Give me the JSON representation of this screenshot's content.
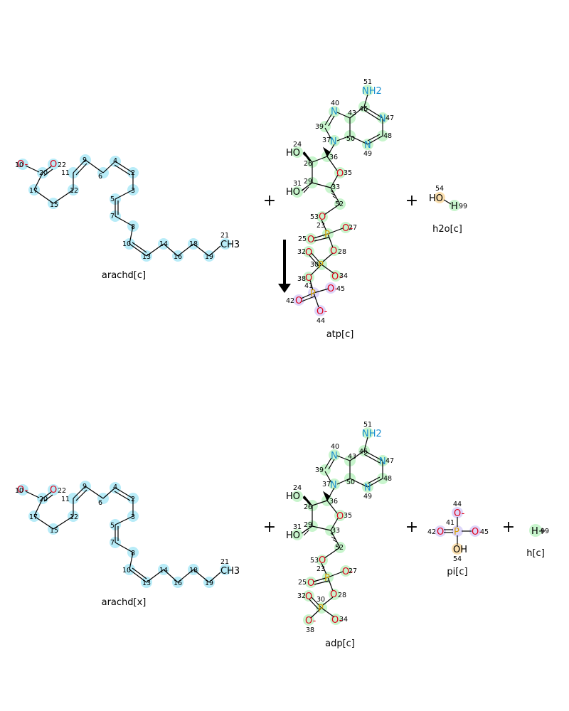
{
  "reaction": {
    "arrow": "reaction-arrow",
    "plus_sign": "+",
    "reactants": [
      {
        "id": "arachd_c",
        "name": "arachd[c]"
      },
      {
        "id": "atp_c",
        "name": "atp[c]"
      },
      {
        "id": "h2o_c",
        "name": "h2o[c]"
      }
    ],
    "products": [
      {
        "id": "arachd_x",
        "name": "arachd[x]"
      },
      {
        "id": "adp_c",
        "name": "adp[c]"
      },
      {
        "id": "pi_c",
        "name": "pi[c]"
      },
      {
        "id": "h_c",
        "name": "h[c]"
      }
    ]
  },
  "colors": {
    "arachidonate_highlight": "#b8ecf8",
    "nucleotide_highlight": "#c8f5cd",
    "phosphate_highlight": "#ddd6fa",
    "water_highlight": "#fbe0b0",
    "oxygen": "#e0001a",
    "nitrogen": "#1a8fd0",
    "phosphorus": "#d4a000"
  },
  "labels": {
    "ch3": "CH3",
    "nh2": "NH2",
    "ho": "HO",
    "oh": "OH",
    "o": "O",
    "o_minus": "O-",
    "n": "N",
    "p": "P",
    "h": "H",
    "h_plus": "H+"
  }
}
